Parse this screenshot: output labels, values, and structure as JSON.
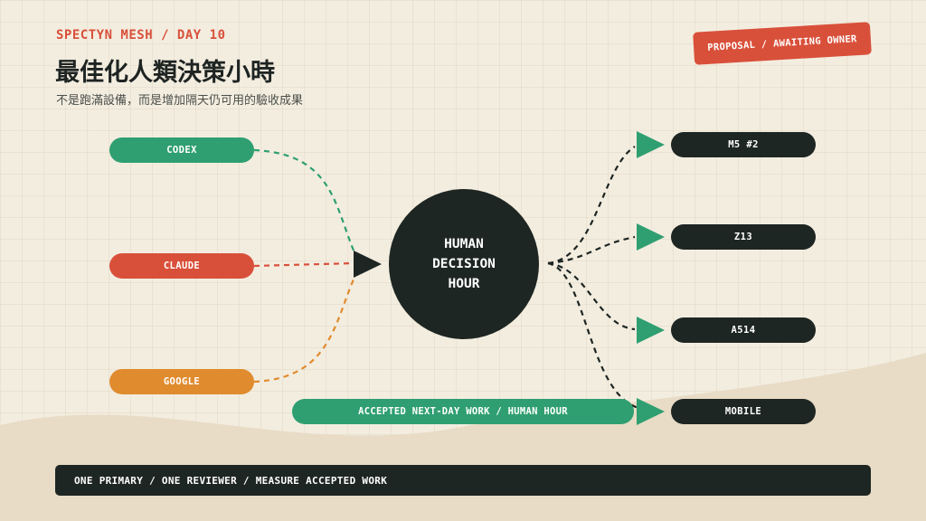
{
  "header": {
    "kicker": "SPECTYN MESH / DAY 10",
    "title": "最佳化人類決策小時",
    "subtitle": "不是跑滿設備，而是增加隔天仍可用的驗收成果"
  },
  "badge": {
    "label": "PROPOSAL / AWAITING OWNER"
  },
  "diagram": {
    "hub": {
      "label": "HUMAN\nDECISION\nHOUR"
    },
    "sources": [
      {
        "label": "CODEX",
        "color": "#2f9f71"
      },
      {
        "label": "CLAUDE",
        "color": "#d9503a"
      },
      {
        "label": "GOOGLE",
        "color": "#e08b2e"
      }
    ],
    "targets": [
      {
        "label": "M5 #2"
      },
      {
        "label": "Z13"
      },
      {
        "label": "A514"
      },
      {
        "label": "MOBILE"
      }
    ],
    "result": {
      "label": "ACCEPTED NEXT-DAY WORK / HUMAN HOUR"
    }
  },
  "footer": {
    "label": "ONE PRIMARY / ONE REVIEWER / MEASURE ACCEPTED WORK"
  },
  "colors": {
    "background": "#f3ede0",
    "accent_red": "#d9503a",
    "accent_green": "#2f9f71",
    "accent_orange": "#e08b2e",
    "dark": "#1e2623",
    "wave": "#e8dcc6"
  },
  "icons": {
    "hub_arrow_in": "triangle-right-icon",
    "target_arrows": "triangle-right-icon"
  }
}
